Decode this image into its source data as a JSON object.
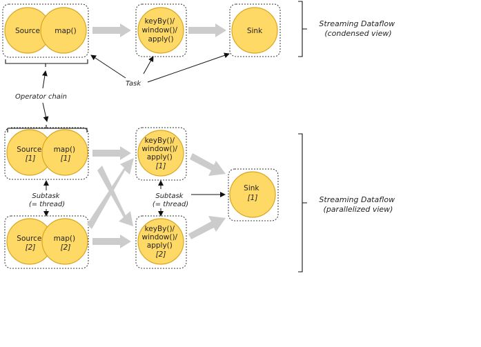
{
  "nodes": {
    "cond_source": "Source",
    "cond_map": "map()",
    "cond_window": [
      "keyBy()/",
      "window()/",
      "apply()"
    ],
    "cond_sink": "Sink",
    "par_source1": [
      "Source",
      "[1]"
    ],
    "par_map1": [
      "map()",
      "[1]"
    ],
    "par_window1": [
      "keyBy()/",
      "window()/",
      "apply()",
      "[1]"
    ],
    "par_source2": [
      "Source",
      "[2]"
    ],
    "par_map2": [
      "map()",
      "[2]"
    ],
    "par_window2": [
      "keyBy()/",
      "window()/",
      "apply()",
      "[2]"
    ],
    "par_sink": [
      "Sink",
      "[1]"
    ]
  },
  "annotations": {
    "task": "Task",
    "operator_chain": "Operator chain",
    "subtask_left": [
      "Subtask",
      "(= thread)"
    ],
    "subtask_mid": [
      "Subtask",
      "(= thread)"
    ]
  },
  "views": {
    "condensed": [
      "Streaming Dataflow",
      "(condensed view)"
    ],
    "parallelized": [
      "Streaming Dataflow",
      "(parallelized view)"
    ]
  },
  "colors": {
    "operator_fill": "#ffd966",
    "operator_stroke": "#d9a520",
    "flow_arrow": "#cccccc"
  }
}
